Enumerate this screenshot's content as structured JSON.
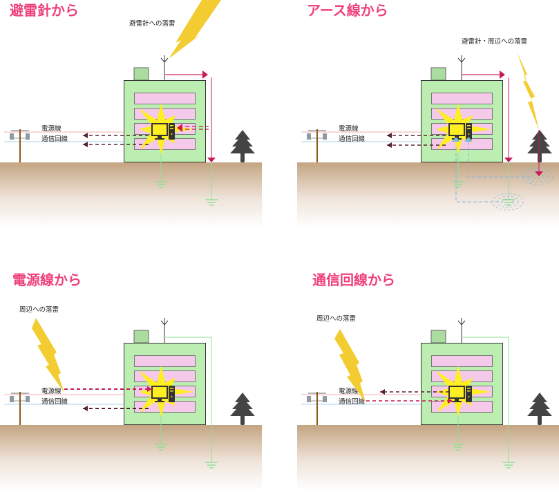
{
  "colors": {
    "title": "#f0407a",
    "building": "#bbeeb0",
    "chimney": "#aadd9f",
    "window": "#f5c9ea",
    "lightning": "#f2cc30",
    "burst": "#ffee22",
    "surge": "#c8185a",
    "surge_light": "#e07aa0",
    "outflow": "#5a2030",
    "ground_wire": "#90e090",
    "power_line": "#f0b0b0",
    "comm_line": "#a8d0f0",
    "earth_top": "#c4a482",
    "tree": "#444444",
    "pole": "#8b5a1a",
    "earth_current": "#80b8e0"
  },
  "common": {
    "power_line_label": "電源線",
    "comm_line_label": "通信回線"
  },
  "panels": [
    {
      "id": "lightning-rod",
      "title": "避雷針から",
      "strike_label": "避雷針への落雷"
    },
    {
      "id": "earth-wire",
      "title": "アース線から",
      "strike_label": "避雷針・周辺への落雷"
    },
    {
      "id": "power-line",
      "title": "電源線から",
      "strike_label": "周辺への落雷"
    },
    {
      "id": "comm-line",
      "title": "通信回線から",
      "strike_label": "周辺への落雷"
    }
  ]
}
